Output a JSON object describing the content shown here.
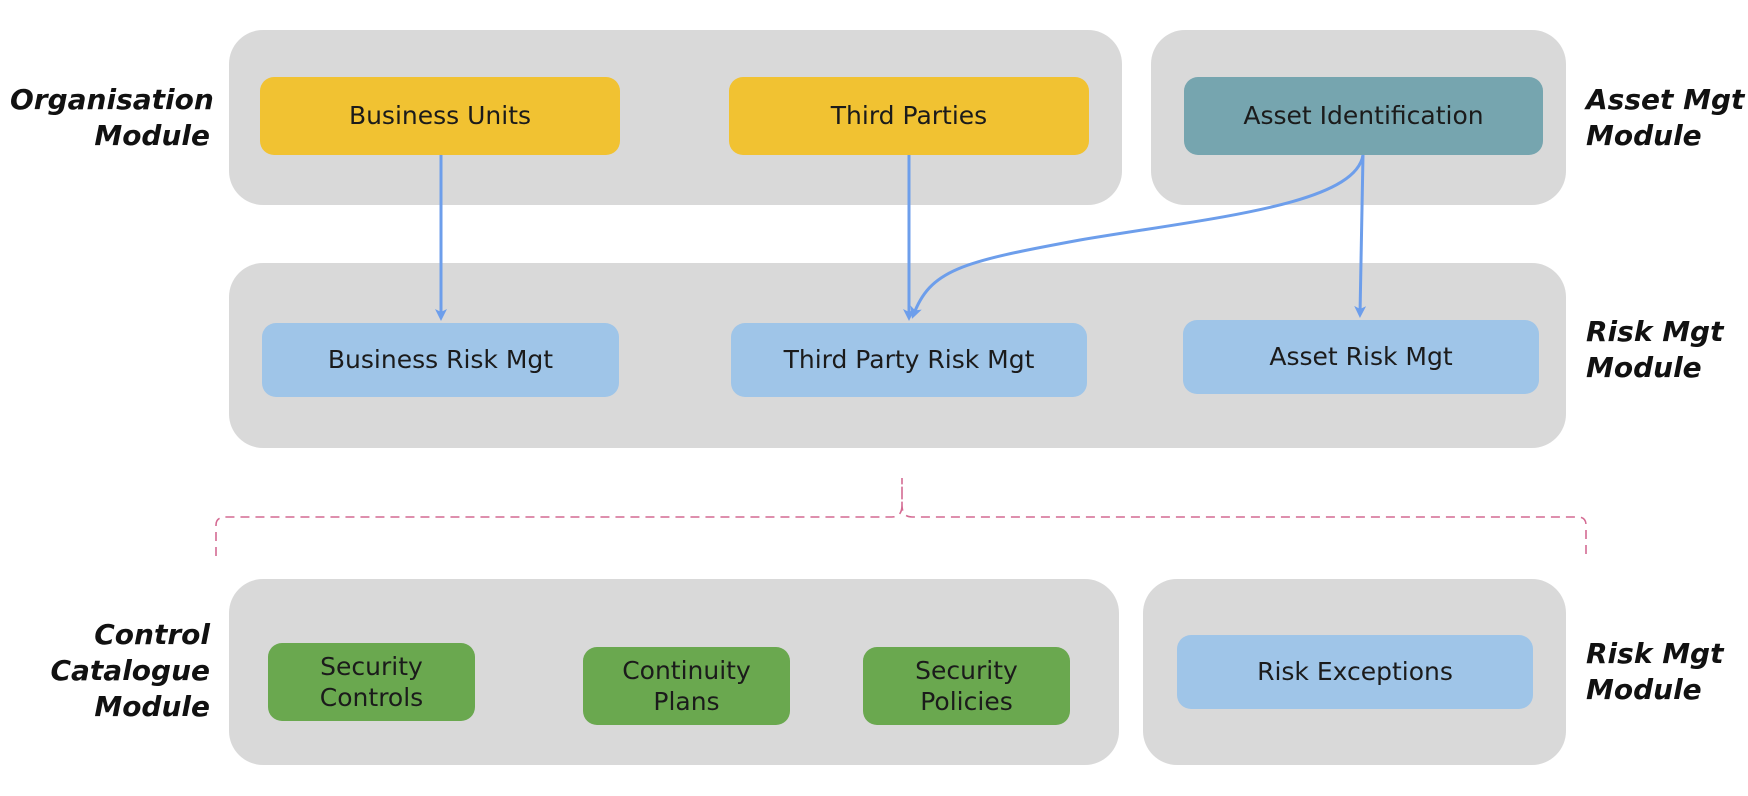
{
  "colors": {
    "panel": "#d9d9d9",
    "org_node": "#f1c232",
    "asset_node": "#76a5af",
    "risk_node": "#9fc5e8",
    "control_node": "#6aa84f",
    "arrow": "#6d9eeb",
    "bracket": "#d46a92"
  },
  "labels": {
    "organisation": "Organisation\nModule",
    "asset_mgt": "Asset Mgt\nModule",
    "risk_mgt_1": "Risk Mgt\nModule",
    "control_catalogue": "Control\nCatalogue\nModule",
    "risk_mgt_2": "Risk Mgt\nModule"
  },
  "nodes": {
    "business_units": "Business Units",
    "third_parties": "Third Parties",
    "asset_identification": "Asset Identification",
    "business_risk_mgt": "Business Risk Mgt",
    "third_party_risk_mgt": "Third Party Risk Mgt",
    "asset_risk_mgt": "Asset Risk Mgt",
    "security_controls": "Security\nControls",
    "continuity_plans": "Continuity\nPlans",
    "security_policies": "Security\nPolicies",
    "risk_exceptions": "Risk Exceptions"
  }
}
